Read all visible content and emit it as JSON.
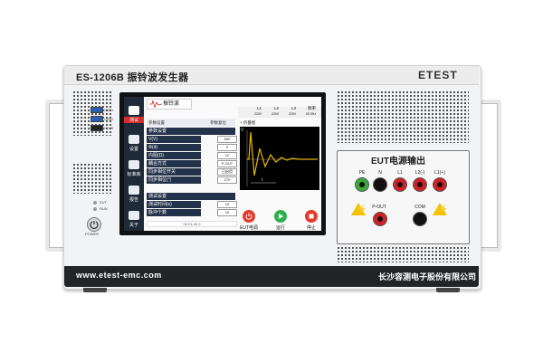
{
  "device": {
    "model_title": "ES-1206B 振铃波发生器",
    "brand_logo": "ETEST",
    "website": "www.etest-emc.com",
    "company": "长沙容测电子股份有限公司",
    "power_label": "POWER",
    "eut_label": "EUT",
    "run_label": "RUN",
    "usb1_label": "USB1",
    "usb2_label": "USB2",
    "hdmi_label": "HDMI"
  },
  "screen": {
    "sidebar": [
      {
        "label": "测试",
        "icon": "test-icon"
      },
      {
        "label": "设置",
        "icon": "settings-icon"
      },
      {
        "label": "标准库",
        "icon": "standard-library-icon"
      },
      {
        "label": "报告",
        "icon": "report-icon"
      },
      {
        "label": "关于",
        "icon": "about-icon"
      }
    ],
    "mode_tab": "振铃波",
    "toolbar": [
      "参数设置",
      "参数复位",
      "+ 折叠图"
    ],
    "measure_headers": [
      "L1",
      "L2",
      "L3",
      "频率"
    ],
    "measure_values": [
      "220V",
      "220V",
      "220V",
      "50.0Hz"
    ],
    "param_section": "参数设置",
    "params": [
      {
        "label": "V(V)",
        "value": "500"
      },
      {
        "label": "Φ(d)",
        "value": "0"
      },
      {
        "label": "内阻(Ω)",
        "value": "12"
      },
      {
        "label": "耦合方式",
        "value": "P-OUT"
      },
      {
        "label": "同步相位开关",
        "value": "已启用"
      },
      {
        "label": "同步相位(°)",
        "value": "270"
      }
    ],
    "test_section": "测试设置",
    "test_params": [
      {
        "label": "测试时间(s)",
        "value": "10"
      },
      {
        "label": "脉冲个数",
        "value": "10"
      }
    ],
    "status_line": "00:01:26 0",
    "buttons": [
      {
        "label": "EUT电源",
        "color": "#e23b2e"
      },
      {
        "label": "运行",
        "color": "#2bb24c"
      },
      {
        "label": "停止",
        "color": "#e23b2e"
      }
    ],
    "wave_time_label": "t",
    "wave_voltage_label": "V"
  },
  "eut_output": {
    "title": "EUT电源输出",
    "top_terminals": [
      "PE",
      "N",
      "L1",
      "L2(-)",
      "L1(+)"
    ],
    "bottom_terminals": [
      "P-OUT",
      "COM"
    ],
    "colors": {
      "pe": "#3aa93a",
      "n": "#111111",
      "line": "#d21f26",
      "warning": "#f3c200"
    }
  }
}
